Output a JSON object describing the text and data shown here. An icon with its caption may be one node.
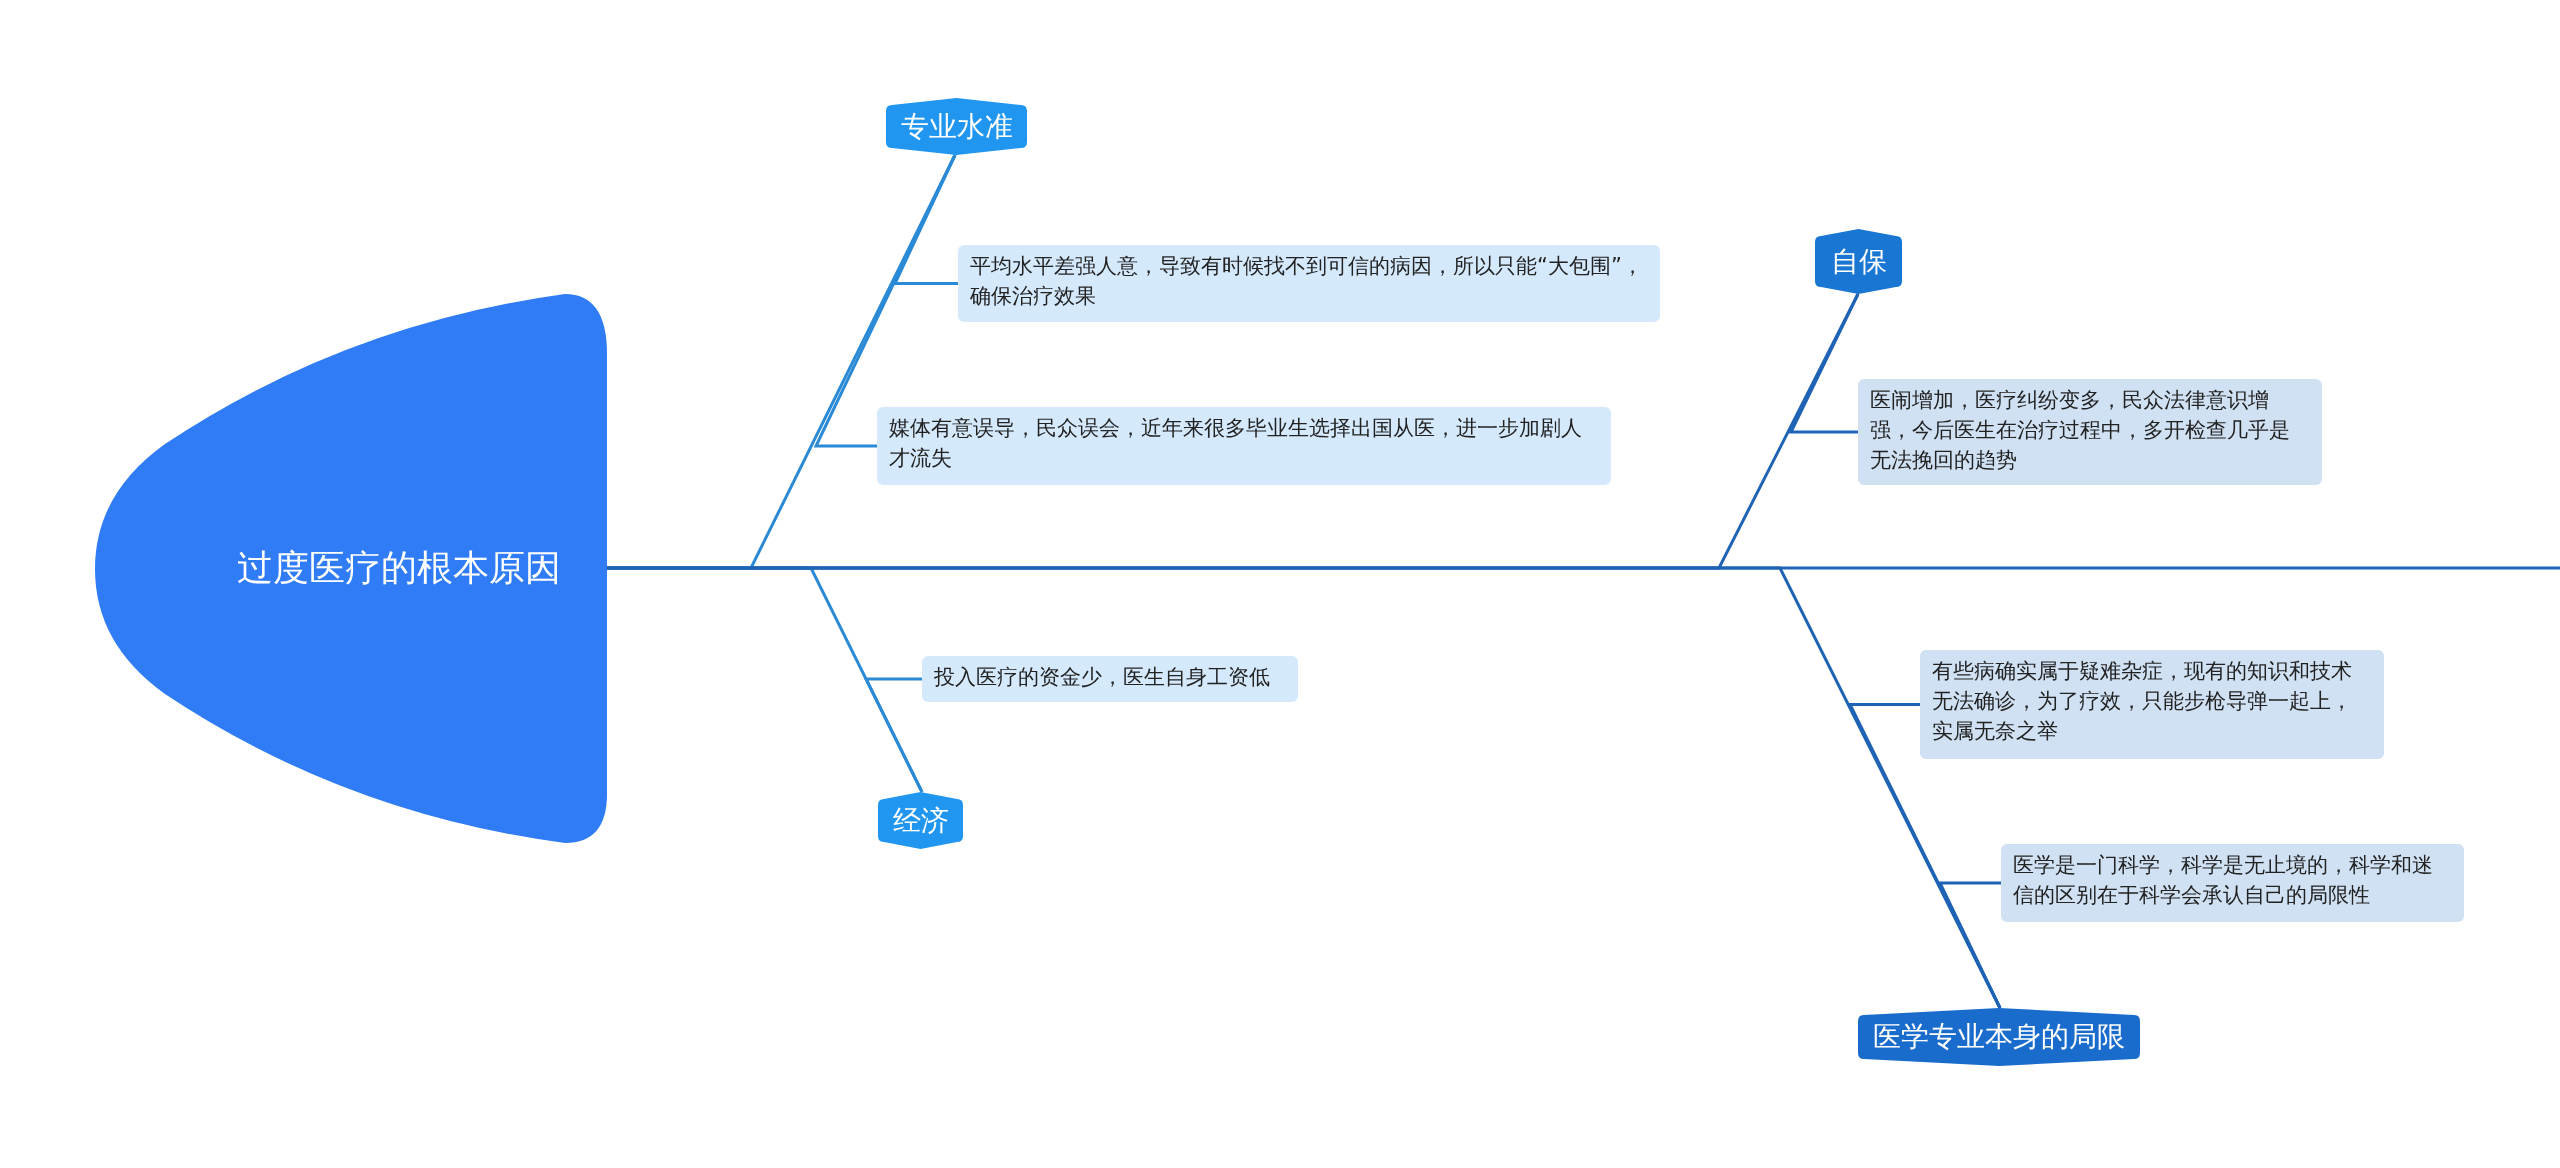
{
  "diagram": {
    "nodes": [
      {
        "text": [
          "过度医疗的根本原因"
        ]
      },
      {
        "text": [
          "专业水准"
        ]
      },
      {
        "text": [
          "平均水平差强人意，导致有时候找不到可信的病因，所以只能“大包围”，确保治疗效果"
        ]
      },
      {
        "text": [
          "媒体有意误导，民众误会，近年来很多毕业生选择出国从医，进一步加剧人才流失"
        ]
      },
      {
        "text": [
          "经济"
        ]
      },
      {
        "text": [
          "投入医疗的资金少，医生自身工资低"
        ]
      },
      {
        "text": [
          "自保"
        ]
      },
      {
        "text": [
          "医闹增加，医疗纠纷变多，民众法律意识增强，今后医生在治疗过程中，多开检查几乎是无法挽回的趋势"
        ]
      },
      {
        "text": [
          "医学专业本身的局限"
        ]
      },
      {
        "text": [
          "有些病确实属于疑难杂症，现有的知识和技术无法确诊，为了疗效，只能步枪导弹一起上，实属无奈之举"
        ]
      },
      {
        "text": [
          "医学是一门科学，科学是无止境的，科学和迷信的区别在于科学会承认自己的局限性"
        ]
      }
    ],
    "edges": [
      {
        "from": 0,
        "to": null,
        "arrow": "none",
        "color": "#1f63b5"
      },
      {
        "from": 1,
        "to": 0,
        "arrow": "none"
      },
      {
        "from": 2,
        "to": 1,
        "arrow": "none"
      },
      {
        "from": 3,
        "to": 1,
        "arrow": "none"
      },
      {
        "from": 4,
        "to": 0,
        "arrow": "none"
      },
      {
        "from": 5,
        "to": 4,
        "arrow": "none"
      },
      {
        "from": 6,
        "to": 0,
        "arrow": "none",
        "color": "#1f63b5"
      },
      {
        "from": 7,
        "to": 6,
        "arrow": "none",
        "color": "#1f63b5"
      },
      {
        "from": 8,
        "to": 0,
        "arrow": "none",
        "color": "#1f63b5"
      },
      {
        "from": 9,
        "to": 8,
        "arrow": "none",
        "color": "#1f63b5"
      },
      {
        "from": 10,
        "to": 8,
        "arrow": "none",
        "color": "#1f63b5"
      }
    ]
  }
}
